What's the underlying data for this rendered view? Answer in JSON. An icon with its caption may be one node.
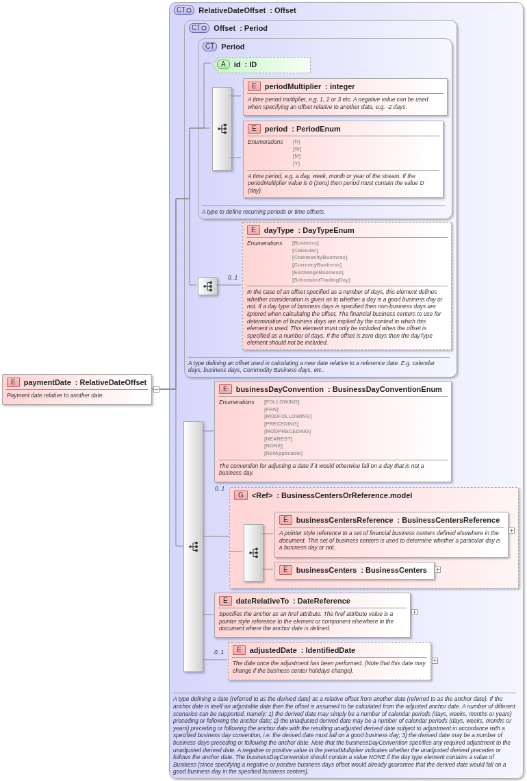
{
  "diagram": {
    "nodes": [
      {
        "text": [
          "E",
          "paymentDate",
          ": RelativeDateOffset",
          "Payment date relative to another date."
        ]
      },
      {
        "text": [
          "CT",
          "RelativeDateOffset",
          ": Offset",
          "A type defining a date (referred to as the derived date) as a relative offset from another date (referred to as the anchor date). If the anchor date is itself an adjustable date then the offset is assumed to be calculated from the adjusted anchor date. A number of different scenarios can be supported, namely; 1) the derived date may simply be a number of calendar periods (days, weeks, months or years) preceding or following the anchor date; 2) the unadjusted derived date may be a number of calendar periods (days, weeks, months or years) preceding or following the anchor date with the resulting unadjusted derived date subject to adjustment in accordance with a specified business day convention, i.e. the derived date must fall on a good business day; 3) the derived date may be a number of business days preceding or following the anchor date. Note that the businessDayConvention specifies any required adjustment to the unadjusted derived date. A negative or positive value in the periodMultiplier indicates whether the unadjusted derived precedes or follows the anchor date. The businessDayConvention should contain a value NONE if the day type element contains a value of Business (since specifying a negative or positive business days offset would already guarantee that the derived date would fall on a good business day in the specified business centers)."
        ]
      },
      {
        "text": [
          "CT",
          "Offset",
          ": Period",
          "A type defining an offset used in calculating a new date relative to a reference date. E.g. calendar days, business days, Commodity Business days, etc.."
        ],
        "in": 1
      },
      {
        "text": [
          "CT",
          "Period",
          "A type to define recurring periods or time offsets."
        ],
        "in": 2
      },
      {
        "text": [
          "A",
          "id",
          ": ID"
        ],
        "in": 3
      },
      {
        "text": [],
        "shape": "box",
        "in": 3
      },
      {
        "text": [
          "E",
          "periodMultiplier",
          ": integer",
          "A time period multiplier, e.g. 1, 2 or 3 etc. A negative value can be used when specifying an offset relative to another date, e.g. -2 days."
        ],
        "in": 3
      },
      {
        "text": [
          "E",
          "period",
          ": PeriodEnum",
          "Enumerations",
          "[D] [W] [M] [Y]",
          "A time period, e.g. a day, week, month or year of the stream. If the periodMultiplier value is 0 (zero) then period must contain the value D (day)."
        ],
        "in": 3
      },
      {
        "text": [],
        "shape": "box",
        "in": 2
      },
      {
        "text": [
          "E",
          "dayType",
          ": DayTypeEnum",
          "Enumerations",
          "[Business] [Calendar] [CommodityBusiness] [CurrencyBusiness] [ExchangeBusiness] [ScheduledTradingDay]",
          "In the case of an offset specified as a number of days, this element defines whether consideration is given as to whether a day is a good business day or not. If a day type of business days is specified then non-business days are ignored when calculating the offset. The financial business centers to use for determination of business days are implied by the context in which this element is used. This element must only be included when the offset is specified as a number of days. If the offset is zero days then the dayType element should not be included."
        ],
        "in": 2,
        "beside": [
          "0..1"
        ]
      },
      {
        "text": [],
        "shape": "box",
        "in": 1
      },
      {
        "text": [
          "E",
          "businessDayConvention",
          ": BusinessDayConventionEnum",
          "Enumerations",
          "[FOLLOWING] [FRN] [MODFOLLOWING] [PRECEDING] [MODPRECEDING] [NEAREST] [NONE] [NotApplicable]",
          "The convention for adjusting a date if it would otherwise fall on a day that is not a business day."
        ],
        "in": 1
      },
      {
        "text": [
          "G",
          "<Ref>",
          ": BusinessCentersOrReference.model"
        ],
        "in": 1,
        "beside": [
          "0..1"
        ]
      },
      {
        "text": [],
        "shape": "box",
        "in": 12
      },
      {
        "text": [
          "E",
          "businessCentersReference",
          ": BusinessCentersReference",
          "A pointer style reference to a set of financial business centers defined elsewhere in the document. This set of business centers is used to determine whether a particular day is a business day or not."
        ],
        "in": 12
      },
      {
        "text": [
          "E",
          "businessCenters",
          ": BusinessCenters"
        ],
        "in": 12
      },
      {
        "text": [
          "E",
          "dateRelativeTo",
          ": DateReference",
          "Specifies the anchor as an href attribute. The href attribute value is a pointer style reference to the element or component elsewhere in the document where the anchor date is defined."
        ],
        "in": 1
      },
      {
        "text": [
          "E",
          "adjustedDate",
          ": IdentifiedDate",
          "The date once the adjustment has been performed. (Note that this date may change if the business center holidays change)."
        ],
        "in": 1,
        "beside": [
          "0..1"
        ]
      }
    ],
    "edges": [
      {
        "from": 0,
        "to": 4,
        "arrow": "none"
      },
      {
        "from": 0,
        "to": 5,
        "arrow": "none"
      },
      {
        "from": 0,
        "to": 8,
        "arrow": "none"
      },
      {
        "from": 0,
        "to": 10,
        "arrow": "none"
      },
      {
        "from": 5,
        "to": 6,
        "arrow": "none"
      },
      {
        "from": 5,
        "to": 7,
        "arrow": "none"
      },
      {
        "from": 8,
        "to": 9,
        "arrow": "none"
      },
      {
        "from": 10,
        "to": 11,
        "arrow": "none"
      },
      {
        "from": 10,
        "to": 12,
        "arrow": "none"
      },
      {
        "from": 12,
        "to": 13,
        "arrow": "none"
      },
      {
        "from": 13,
        "to": 14,
        "arrow": "none"
      },
      {
        "from": 13,
        "to": 15,
        "arrow": "none"
      },
      {
        "from": 10,
        "to": 16,
        "arrow": "none"
      },
      {
        "from": 10,
        "to": 17,
        "arrow": "none"
      }
    ]
  }
}
